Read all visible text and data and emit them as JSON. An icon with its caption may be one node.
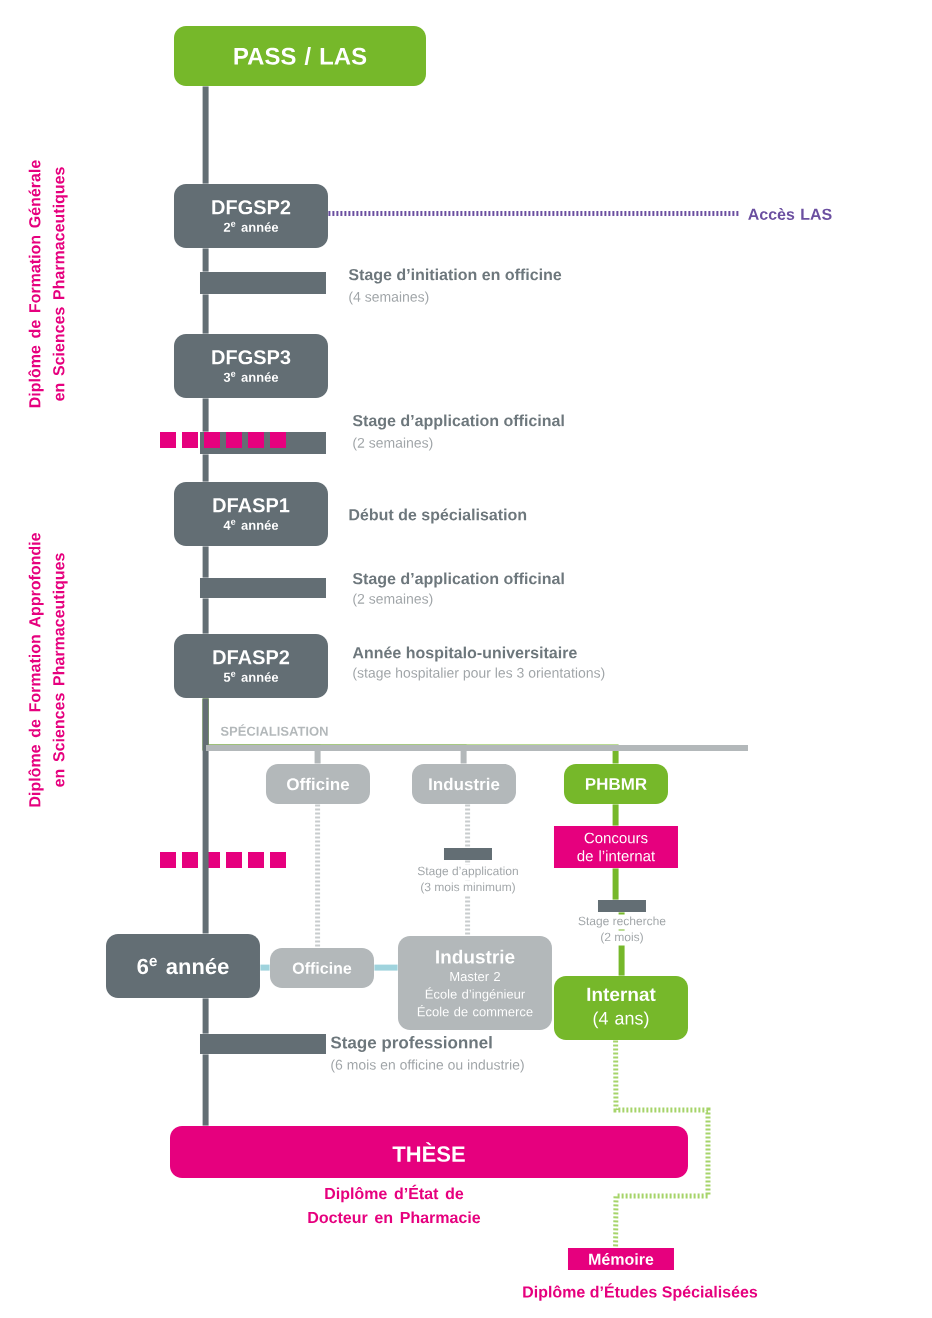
{
  "diagram": {
    "nodes": [
      {
        "text": [
          "PASS / LAS"
        ]
      },
      {
        "text": [
          "DFGSP2",
          "2$^{e}$ année"
        ]
      },
      {
        "text": [
          "Accès LAS"
        ]
      },
      {
        "text": [],
        "shape": "bar",
        "beside": [
          "Stage d’initiation en officine",
          "(4 semaines)"
        ]
      },
      {
        "text": [
          "DFGSP3",
          "3$^{e}$ année"
        ]
      },
      {
        "text": [],
        "shape": "bar",
        "beside": [
          "Stage d’application officinal",
          "(2 semaines)"
        ]
      },
      {
        "text": [
          "DFASP1",
          "4$^{e}$ année"
        ],
        "beside": [
          "Début de spécialisation"
        ]
      },
      {
        "text": [],
        "shape": "bar",
        "beside": [
          "Stage d’application officinal",
          "(2 semaines)"
        ]
      },
      {
        "text": [
          "DFASP2",
          "5$^{e}$ année"
        ],
        "beside": [
          "Année hospitalo-universitaire",
          "(stage hospitalier pour les 3 orientations)"
        ]
      },
      {
        "text": [
          "Officine"
        ]
      },
      {
        "text": [
          "Industrie"
        ]
      },
      {
        "text": [
          "PHBMR"
        ]
      },
      {
        "text": [
          "Concours de l’internat"
        ]
      },
      {
        "text": [],
        "shape": "bar",
        "beside": [
          "Stage d’application",
          "(3 mois minimum)"
        ]
      },
      {
        "text": [],
        "shape": "bar",
        "beside": [
          "Stage recherche",
          "(2 mois)"
        ]
      },
      {
        "text": [
          "6$^{e}$ année"
        ]
      },
      {
        "text": [
          "Officine"
        ]
      },
      {
        "text": [
          "Industrie",
          "Master 2",
          "École d’ingénieur",
          "École de commerce"
        ]
      },
      {
        "text": [
          "Internat",
          "(4 ans)"
        ]
      },
      {
        "text": [],
        "shape": "bar",
        "beside": [
          "Stage professionnel",
          "(6 mois en officine ou industrie)"
        ]
      },
      {
        "text": [
          "THÈSE"
        ],
        "beside": [
          "Diplôme d’État de Docteur en Pharmacie"
        ]
      },
      {
        "text": [
          "Mémoire"
        ],
        "beside": [
          "Diplôme d’Études Spécialisées"
        ]
      }
    ],
    "edges": [
      {
        "from": 0,
        "to": 1,
        "arrow": "none"
      },
      {
        "from": 1,
        "to": 2,
        "arrow": "none",
        "style": "dashed",
        "color": "#6b4fa0"
      },
      {
        "from": 1,
        "to": 3,
        "arrow": "none"
      },
      {
        "from": 3,
        "to": 4,
        "arrow": "none"
      },
      {
        "from": 4,
        "to": 5,
        "arrow": "none"
      },
      {
        "from": 5,
        "to": 6,
        "arrow": "none"
      },
      {
        "from": 6,
        "to": 7,
        "arrow": "none"
      },
      {
        "from": 7,
        "to": 8,
        "arrow": "none"
      },
      {
        "from": 8,
        "to": 9,
        "arrow": "none",
        "color": "#b3b8ba"
      },
      {
        "from": 8,
        "to": 10,
        "arrow": "none",
        "color": "#b3b8ba"
      },
      {
        "from": 8,
        "to": 11,
        "arrow": "none",
        "color": "#76b82a"
      },
      {
        "from": 8,
        "to": 15,
        "arrow": "none"
      },
      {
        "from": 9,
        "to": 16,
        "arrow": "none",
        "style": "dashed",
        "color": "#c8cccd"
      },
      {
        "from": 10,
        "to": 13,
        "arrow": "none",
        "style": "dashed",
        "color": "#c8cccd"
      },
      {
        "from": 13,
        "to": 17,
        "arrow": "none",
        "style": "dashed",
        "color": "#c8cccd"
      },
      {
        "from": 11,
        "to": 12,
        "arrow": "none",
        "color": "#76b82a"
      },
      {
        "from": 12,
        "to": 14,
        "arrow": "none",
        "color": "#76b82a"
      },
      {
        "from": 14,
        "to": 18,
        "arrow": "none",
        "color": "#76b82a"
      },
      {
        "from": 15,
        "to": 16,
        "arrow": "none",
        "color": "#9fd3dd"
      },
      {
        "from": 16,
        "to": 17,
        "arrow": "none",
        "color": "#9fd3dd"
      },
      {
        "from": 15,
        "to": 19,
        "arrow": "none"
      },
      {
        "from": 19,
        "to": 20,
        "arrow": "none"
      },
      {
        "from": 18,
        "to": 21,
        "arrow": "none",
        "style": "dashed",
        "color": "#a6d46a"
      }
    ],
    "labels": [
      "Diplôme de Formation Générale en Sciences Pharmaceutiques",
      "Diplôme de Formation Approfondie en Sciences Pharmaceutiques",
      "SPÉCIALISATION"
    ]
  }
}
